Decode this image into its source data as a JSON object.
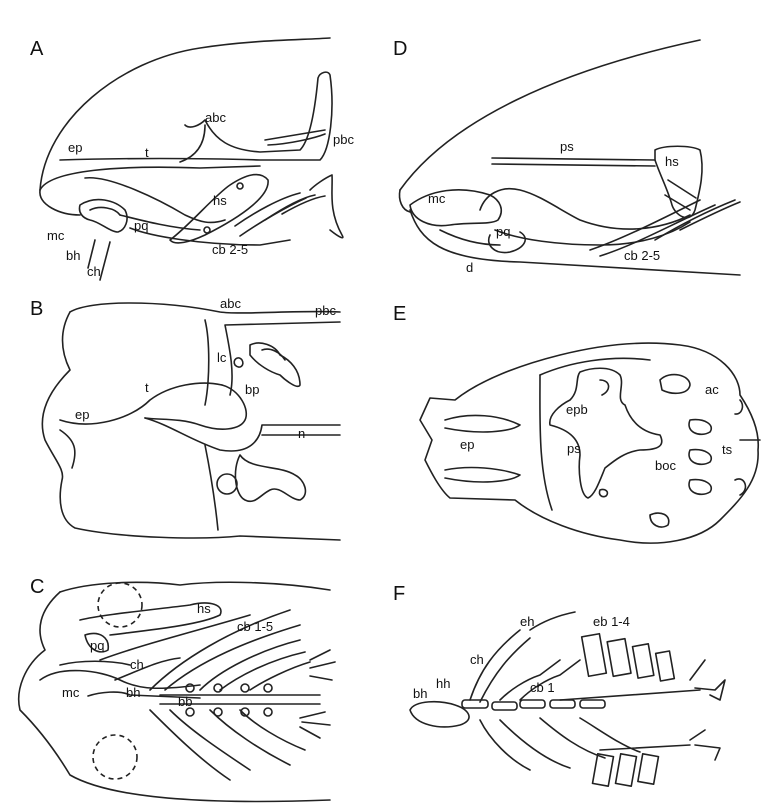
{
  "panels": {
    "A": {
      "letter": "A",
      "labels": {
        "abc": "abc",
        "ep": "ep",
        "t": "t",
        "pbc": "pbc",
        "hs": "hs",
        "mc": "mc",
        "pq": "pq",
        "cb": "cb 2-5",
        "bh": "bh",
        "ch": "ch"
      }
    },
    "B": {
      "letter": "B",
      "labels": {
        "abc": "abc",
        "pbc": "pbc",
        "lc": "lc",
        "t": "t",
        "bp": "bp",
        "ep": "ep",
        "n": "n"
      }
    },
    "C": {
      "letter": "C",
      "labels": {
        "hs": "hs",
        "cb": "cb 1-5",
        "pq": "pq",
        "ch": "ch",
        "mc": "mc",
        "bh": "bh",
        "bb": "bb"
      }
    },
    "D": {
      "letter": "D",
      "labels": {
        "ps": "ps",
        "hs": "hs",
        "mc": "mc",
        "pq": "pq",
        "d": "d",
        "cb": "cb 2-5"
      }
    },
    "E": {
      "letter": "E",
      "labels": {
        "ac": "ac",
        "epb": "epb",
        "ep": "ep",
        "ps": "ps",
        "boc": "boc",
        "ts": "ts"
      }
    },
    "F": {
      "letter": "F",
      "labels": {
        "eh": "eh",
        "eb": "eb 1-4",
        "ch": "ch",
        "hh": "hh",
        "bh": "bh",
        "cb": "cb 1"
      }
    }
  }
}
